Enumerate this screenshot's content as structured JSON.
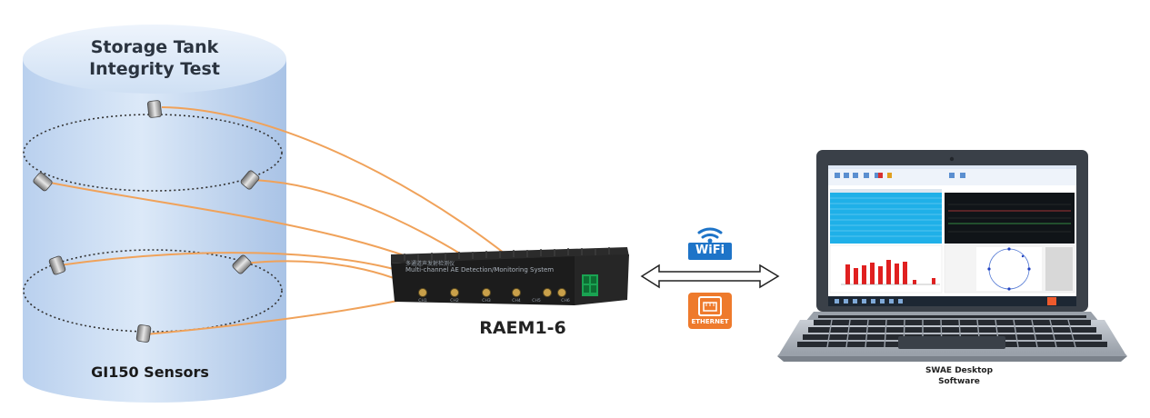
{
  "tank": {
    "title_line1": "Storage Tank",
    "title_line2": "Integrity Test"
  },
  "sensors": {
    "label": "GI150 Sensors"
  },
  "device": {
    "label": "RAEM1-6",
    "panel_line1": "多通道声发射检测仪",
    "panel_line2": "Multi-channel AE Detection/Monitoring System",
    "channels": [
      "CH1",
      "CH2",
      "CH3",
      "CH4",
      "CH5",
      "CH6"
    ]
  },
  "links": {
    "wifi_label": "WiFi",
    "ethernet_label": "ETHERNET"
  },
  "software": {
    "label_line1": "SWAE Desktop",
    "label_line2": "Software"
  },
  "colors": {
    "tank_fill": "#c9dcf2",
    "cable": "#f0a25a",
    "device_body": "#1c1c1c",
    "wifi_blue": "#1e74c8",
    "ethernet_orange": "#ee7a2c",
    "laptop_body": "#3a4048",
    "chart_bar": "#e02020"
  }
}
